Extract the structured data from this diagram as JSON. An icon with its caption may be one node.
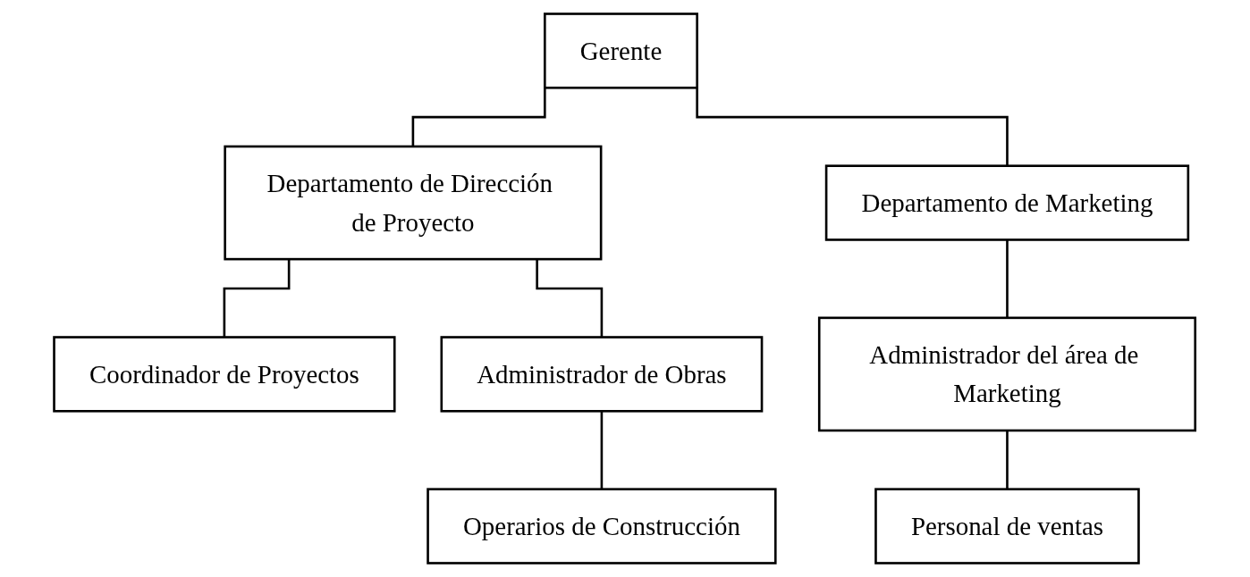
{
  "diagram": {
    "nodes": [
      {
        "text": [
          "Gerente"
        ]
      },
      {
        "text": [
          "Departamento de Dirección de Proyecto"
        ]
      },
      {
        "text": [
          "Departamento de Marketing"
        ]
      },
      {
        "text": [
          "Coordinador de Proyectos"
        ]
      },
      {
        "text": [
          "Administrador de Obras"
        ]
      },
      {
        "text": [
          "Operarios de Construcción"
        ]
      },
      {
        "text": [
          "Administrador del área de Marketing"
        ]
      },
      {
        "text": [
          "Personal de ventas"
        ]
      }
    ],
    "edges": [
      {
        "from": 0,
        "to": 1,
        "arrow": "none"
      },
      {
        "from": 0,
        "to": 2,
        "arrow": "none"
      },
      {
        "from": 1,
        "to": 3,
        "arrow": "none"
      },
      {
        "from": 1,
        "to": 4,
        "arrow": "none"
      },
      {
        "from": 4,
        "to": 5,
        "arrow": "none"
      },
      {
        "from": 2,
        "to": 6,
        "arrow": "none"
      },
      {
        "from": 6,
        "to": 7,
        "arrow": "none"
      }
    ]
  }
}
